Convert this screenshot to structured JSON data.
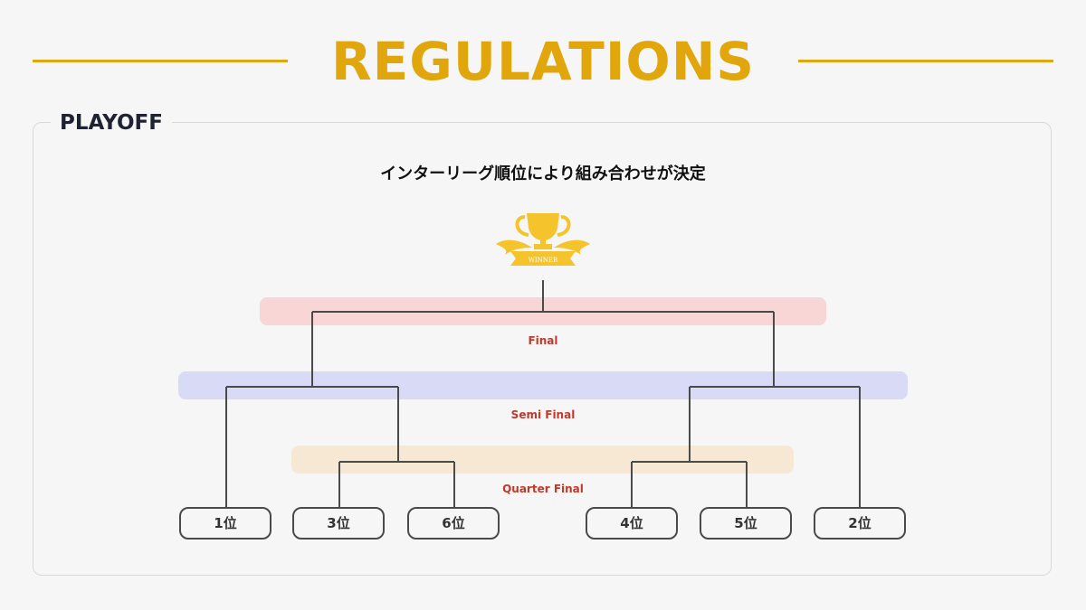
{
  "header": {
    "title": "REGULATIONS"
  },
  "section": {
    "label": "PLAYOFF",
    "subtitle": "インターリーグ順位により組み合わせが決定"
  },
  "trophy": {
    "icon": "trophy-icon",
    "ribbon_text": "WINNER",
    "color": "#f5c32c"
  },
  "rounds": {
    "final": "Final",
    "semi": "Semi Final",
    "quarter": "Quarter Final"
  },
  "seeds": [
    "1位",
    "3位",
    "6位",
    "4位",
    "5位",
    "2位"
  ],
  "colors": {
    "accent": "#e1a60c",
    "final_band": "#f8d6d6",
    "semi_band": "#d9dbf6",
    "quarter_band": "#f6e8d2",
    "round_label": "#c0392b",
    "line": "#4a4a4a"
  }
}
